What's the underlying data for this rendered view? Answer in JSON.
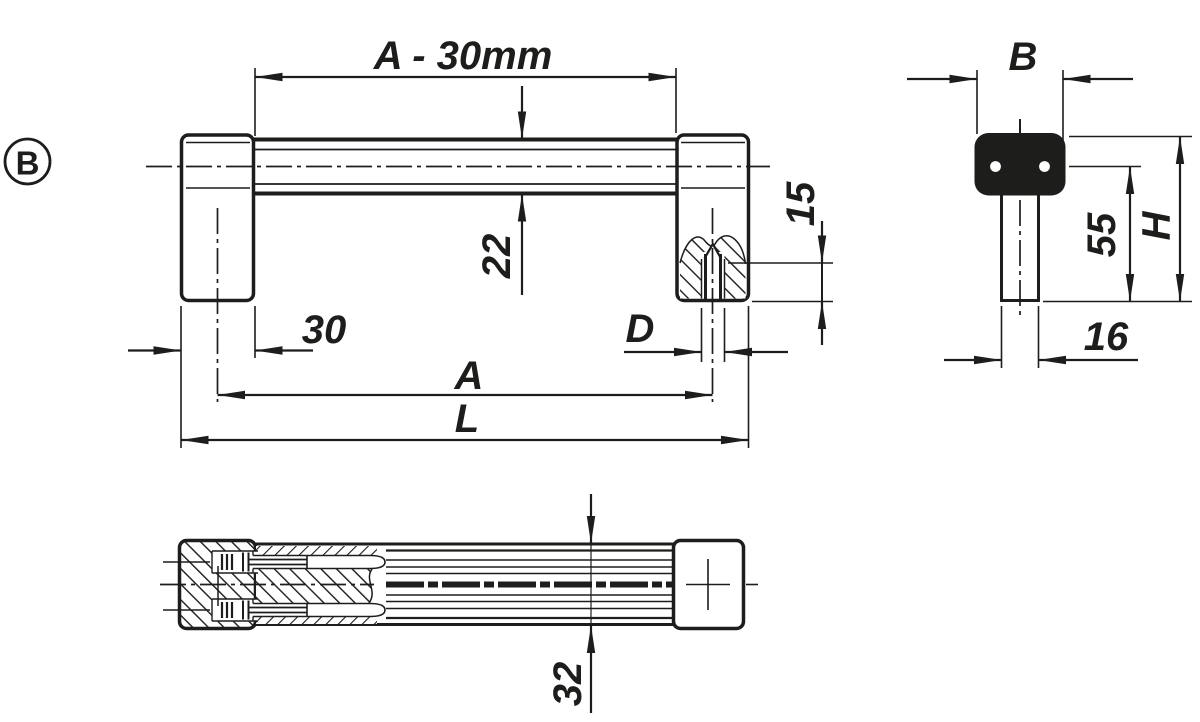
{
  "colors": {
    "ink": "#1d1d1b",
    "background": "#ffffff"
  },
  "view_label": {
    "letter": "B"
  },
  "front_view": {
    "dim_grip_length": "A - 30mm",
    "dim_tube_diameter": "22",
    "dim_hole_offset": "30",
    "dim_hole_spacing": "A",
    "dim_overall_length": "L",
    "dim_thread_diameter": "D",
    "dim_thread_depth": "15"
  },
  "side_view": {
    "dim_width": "B",
    "dim_hole_height": "55",
    "dim_overall_height": "H",
    "dim_foot_thickness": "16"
  },
  "bottom_view": {
    "dim_depth": "32"
  }
}
